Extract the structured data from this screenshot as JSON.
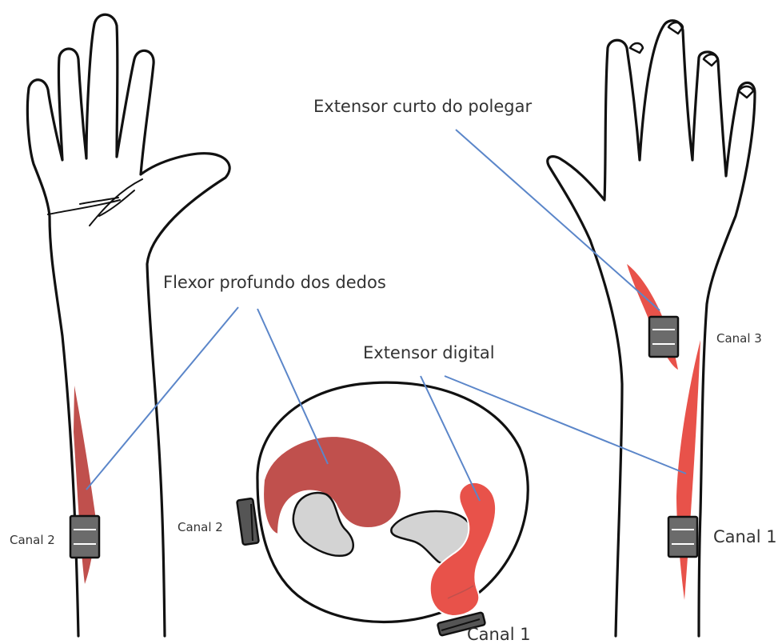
{
  "labels": {
    "extensor_curto": "Extensor curto do polegar",
    "flexor_profundo": "Flexor profundo dos dedos",
    "extensor_digital": "Extensor digital",
    "canal_3": "Canal 3",
    "canal_2_arm": "Canal 2",
    "canal_2_section": "Canal 2",
    "canal_1_arm": "Canal 1",
    "canal_1_section": "Canal 1"
  },
  "colors": {
    "outline": "#111111",
    "muscle_deep": "#c0504d",
    "muscle_light": "#e8524a",
    "bone": "#d3d3d3",
    "pointer_line": "#5b86c9",
    "electrode": "#6b6b6b",
    "label_text": "#333333"
  }
}
